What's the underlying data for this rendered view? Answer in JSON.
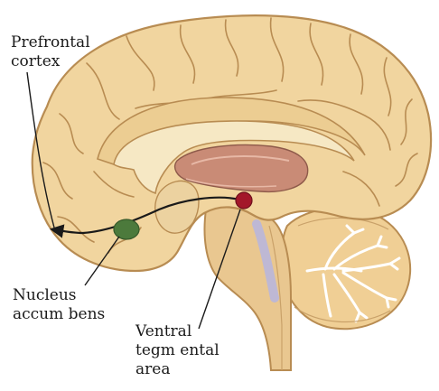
{
  "diagram": {
    "labels": {
      "prefrontal_cortex": "Prefrontal\ncortex",
      "nucleus_accumbens": "Nucleus\naccum bens",
      "ventral_tegmental_area": "Ventral\ntegm ental\narea"
    },
    "colors": {
      "background": "#ffffff",
      "cortex_fill": "#f1d59f",
      "cortex_outline": "#b88c52",
      "cerebellum_fill": "#f0cf95",
      "brainstem_fill": "#e9c790",
      "corpus_callosum": "#f6e8c4",
      "thalamus_fill": "#c98b76",
      "nucleus_accumbens_marker": "#4c7a3c",
      "vta_marker": "#a3182a",
      "pathway_line": "#1a1a1a",
      "brainstem_highlight": "#b6b5e0"
    },
    "structures": [
      "cerebrum",
      "corpus-callosum",
      "thalamus",
      "brainstem",
      "cerebellum",
      "spinal-cord"
    ]
  }
}
